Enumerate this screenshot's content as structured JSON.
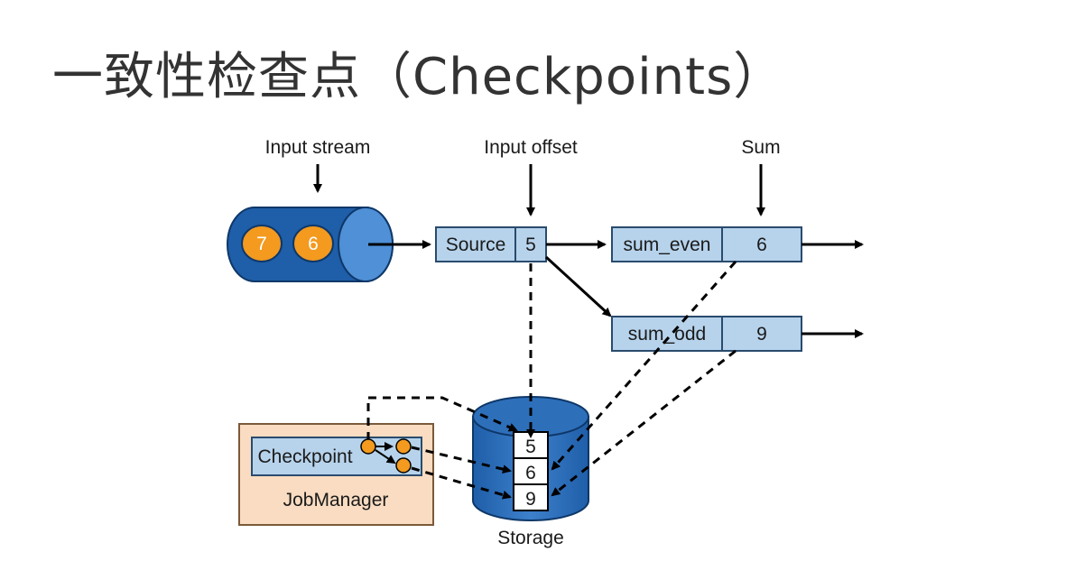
{
  "title": "一致性检查点（Checkpoints）",
  "labels": {
    "input_stream": "Input stream",
    "input_offset": "Input offset",
    "sum": "Sum",
    "storage": "Storage",
    "jobmanager": "JobManager",
    "checkpoint": "Checkpoint"
  },
  "stream_events": [
    "7",
    "6"
  ],
  "source": {
    "name": "Source",
    "offset": "5"
  },
  "sum_even": {
    "name": "sum_even",
    "value": "6"
  },
  "sum_odd": {
    "name": "sum_odd",
    "value": "9"
  },
  "storage_cells": [
    "5",
    "6",
    "9"
  ],
  "colors": {
    "stream_blue": "#1f5ea8",
    "event_orange": "#f39a1f",
    "box_fill": "#b7d3ec",
    "jobmanager_fill": "#f9dcc1",
    "storage_blue": "#3a78c2"
  }
}
